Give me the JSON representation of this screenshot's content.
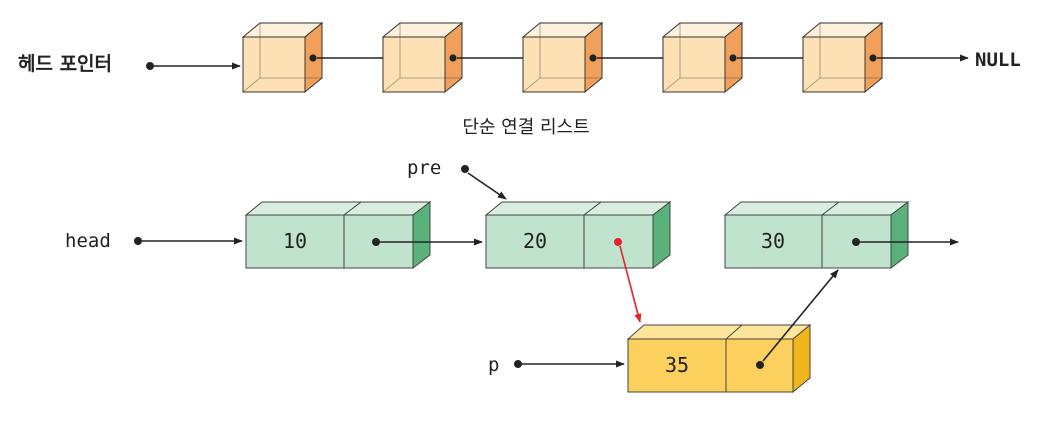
{
  "top_diagram": {
    "head_pointer_label": "헤드 포인터",
    "null_label": "NULL",
    "caption": "단순 연결 리스트",
    "node_count": 5
  },
  "bottom_diagram": {
    "head_label": "head",
    "pre_label": "pre",
    "p_label": "p",
    "nodes": [
      {
        "value": "10"
      },
      {
        "value": "20"
      },
      {
        "value": "30"
      }
    ],
    "new_node": {
      "value": "35"
    }
  },
  "colors": {
    "top_box_front": "#fde0b3",
    "top_box_top": "#fef0da",
    "top_box_side": "#f0a05a",
    "green_front": "#bfe3cc",
    "green_top": "#d8efdf",
    "green_side": "#5ab27a",
    "yellow_front": "#fcd05c",
    "yellow_top": "#fde59a",
    "yellow_side": "#f0b41c",
    "red_arrow": "#e8202a",
    "ink": "#222222"
  }
}
